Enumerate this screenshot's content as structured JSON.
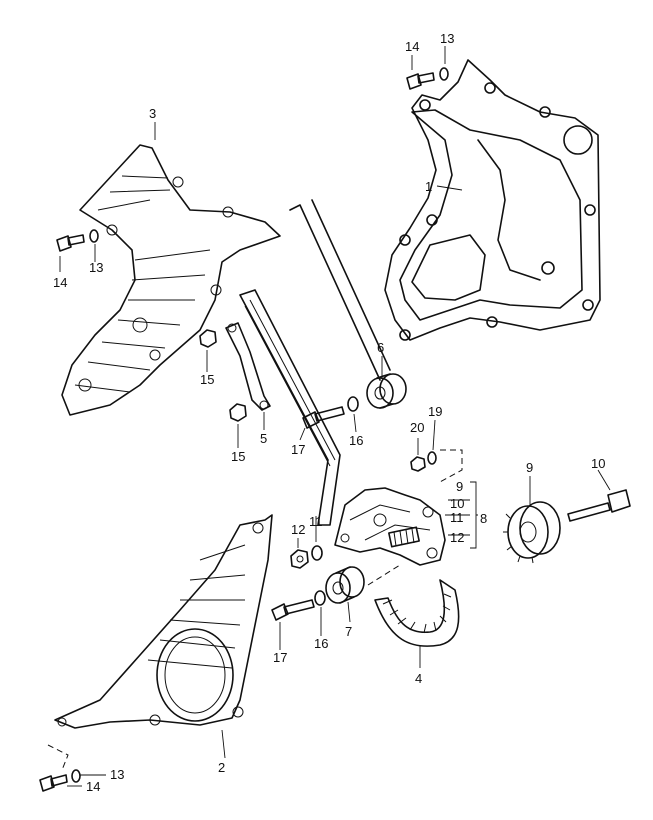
{
  "highlight_color": "#2e9a2e",
  "ink_color": "#111111",
  "callouts": {
    "c1": "1",
    "c2": "2",
    "c3": "3",
    "c4": "4",
    "c5": "5",
    "c6": "6",
    "c7": "7",
    "c8": "8",
    "c9a": "9",
    "c9b": "9",
    "c10a": "10",
    "c10b": "10",
    "c11a": "11",
    "c11b": "11",
    "c12a": "12",
    "c12b": "12",
    "c13a": "13",
    "c13b": "13",
    "c13c": "13",
    "c14a": "14",
    "c14b": "14",
    "c14c": "14",
    "c15a": "15",
    "c15b": "15",
    "c16a": "16",
    "c16b": "16",
    "c17a": "17",
    "c17b": "17",
    "c19": "19",
    "c20": "20"
  }
}
